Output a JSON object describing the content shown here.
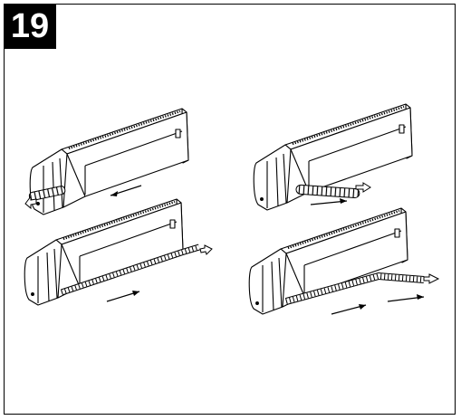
{
  "step": {
    "number": "19"
  },
  "colors": {
    "ink": "#000000",
    "paper": "#ffffff"
  },
  "panels": [
    {
      "id": "panel-1",
      "icon": "indoor-unit-pipe-left-icon"
    },
    {
      "id": "panel-2",
      "icon": "indoor-unit-pipe-rear-right-icon"
    },
    {
      "id": "panel-3",
      "icon": "indoor-unit-pipe-along-back-right-icon"
    },
    {
      "id": "panel-4",
      "icon": "indoor-unit-pipe-extended-right-icon"
    }
  ]
}
